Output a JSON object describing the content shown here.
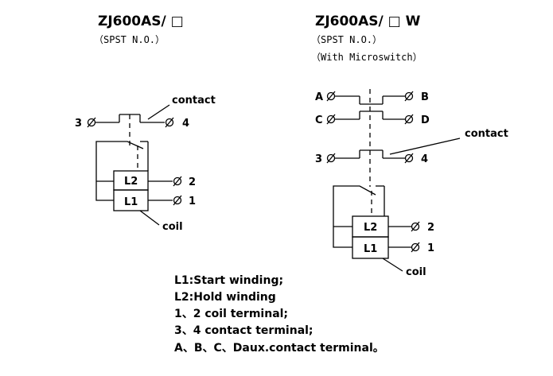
{
  "left": {
    "title": "ZJ600AS/ □",
    "subtitle": "（SPST N.O.）",
    "contact_label": "contact",
    "coil_label": "coil",
    "terminal_3": "3",
    "terminal_4": "4",
    "terminal_2": "2",
    "terminal_1": "1",
    "l2": "L2",
    "l1": "L1"
  },
  "right": {
    "title": "ZJ600AS/ □ W",
    "subtitle": "（SPST N.O.）",
    "subtitle2": "（With Microswitch）",
    "contact_label": "contact",
    "coil_label": "coil",
    "terminal_a": "A",
    "terminal_b": "B",
    "terminal_c": "C",
    "terminal_d": "D",
    "terminal_3": "3",
    "terminal_4": "4",
    "terminal_2": "2",
    "terminal_1": "1",
    "l2": "L2",
    "l1": "L1"
  },
  "legend": [
    "L1:Start winding;",
    "L2:Hold winding",
    "1、2 coil terminal;",
    "3、4 contact terminal;",
    "A、B、C、Daux.contact terminal。"
  ],
  "terminal_symbol": "⌀"
}
